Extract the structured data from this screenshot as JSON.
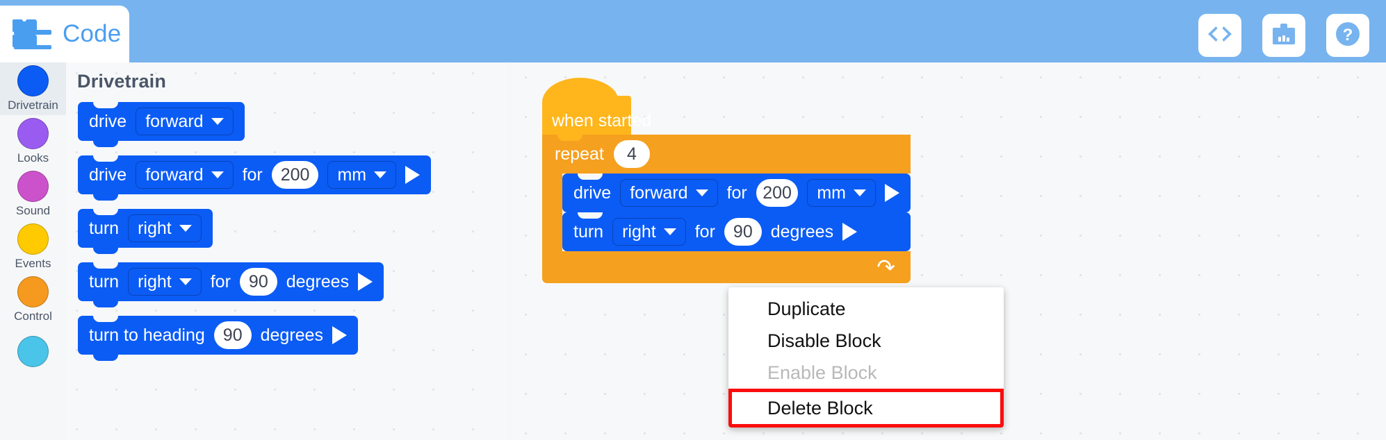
{
  "header": {
    "logo_text": "Code",
    "logo_icon": "code-blocks-logo",
    "background_color": "#77b3ef",
    "actions": [
      {
        "name": "view-code-button",
        "icon": "code-brackets-icon",
        "glyph": "<>"
      },
      {
        "name": "dashboard-button",
        "icon": "device-monitor-icon",
        "glyph": ""
      },
      {
        "name": "help-button",
        "icon": "question-mark-icon",
        "glyph": "?"
      }
    ]
  },
  "sidebar": {
    "items": [
      {
        "label": "Drivetrain",
        "color": "#0b5cf5",
        "active": true
      },
      {
        "label": "Looks",
        "color": "#9a5cf0",
        "active": false
      },
      {
        "label": "Sound",
        "color": "#cc52cc",
        "active": false
      },
      {
        "label": "Events",
        "color": "#ffcb00",
        "active": false
      },
      {
        "label": "Control",
        "color": "#f59a1f",
        "active": false
      },
      {
        "label": "",
        "color": "#4ac4e8",
        "active": false
      }
    ]
  },
  "palette": {
    "title": "Drivetrain",
    "blocks": [
      {
        "id": "drive-direction",
        "type": "stack",
        "color": "blue",
        "parts": [
          {
            "kind": "label",
            "text": "drive"
          },
          {
            "kind": "dropdown",
            "text": "forward"
          }
        ]
      },
      {
        "id": "drive-for-distance",
        "type": "stack",
        "color": "blue",
        "parts": [
          {
            "kind": "label",
            "text": "drive"
          },
          {
            "kind": "dropdown",
            "text": "forward"
          },
          {
            "kind": "label",
            "text": "for"
          },
          {
            "kind": "number",
            "text": "200"
          },
          {
            "kind": "dropdown",
            "text": "mm"
          },
          {
            "kind": "play",
            "text": ""
          }
        ]
      },
      {
        "id": "turn-direction",
        "type": "stack",
        "color": "blue",
        "parts": [
          {
            "kind": "label",
            "text": "turn"
          },
          {
            "kind": "dropdown",
            "text": "right"
          }
        ]
      },
      {
        "id": "turn-for-degrees",
        "type": "stack",
        "color": "blue",
        "parts": [
          {
            "kind": "label",
            "text": "turn"
          },
          {
            "kind": "dropdown",
            "text": "right"
          },
          {
            "kind": "label",
            "text": "for"
          },
          {
            "kind": "number",
            "text": "90"
          },
          {
            "kind": "label",
            "text": "degrees"
          },
          {
            "kind": "play",
            "text": ""
          }
        ]
      },
      {
        "id": "turn-to-heading",
        "type": "stack",
        "color": "blue",
        "parts": [
          {
            "kind": "label",
            "text": "turn to heading"
          },
          {
            "kind": "number",
            "text": "90"
          },
          {
            "kind": "label",
            "text": "degrees"
          },
          {
            "kind": "play",
            "text": ""
          }
        ]
      }
    ]
  },
  "workspace": {
    "hat": {
      "label": "when started",
      "color": "#ffb61c"
    },
    "loop": {
      "label": "repeat",
      "count": "4",
      "color": "#f5a01f",
      "loop_arrow_icon": "loop-arrow-icon",
      "body": [
        {
          "id": "ws-drive",
          "parts": [
            {
              "kind": "label",
              "text": "drive"
            },
            {
              "kind": "dropdown",
              "text": "forward"
            },
            {
              "kind": "label",
              "text": "for"
            },
            {
              "kind": "number",
              "text": "200"
            },
            {
              "kind": "dropdown",
              "text": "mm"
            },
            {
              "kind": "play",
              "text": ""
            }
          ]
        },
        {
          "id": "ws-turn",
          "parts": [
            {
              "kind": "label",
              "text": "turn"
            },
            {
              "kind": "dropdown",
              "text": "right"
            },
            {
              "kind": "label",
              "text": "for"
            },
            {
              "kind": "number",
              "text": "90"
            },
            {
              "kind": "label",
              "text": "degrees"
            },
            {
              "kind": "play",
              "text": ""
            }
          ]
        }
      ]
    }
  },
  "context_menu": {
    "items": [
      {
        "label": "Duplicate",
        "state": "enabled"
      },
      {
        "label": "Disable Block",
        "state": "enabled"
      },
      {
        "label": "Enable Block",
        "state": "disabled"
      },
      {
        "label": "Delete Block",
        "state": "highlighted"
      }
    ],
    "highlight_color": "#fb0d0d"
  }
}
